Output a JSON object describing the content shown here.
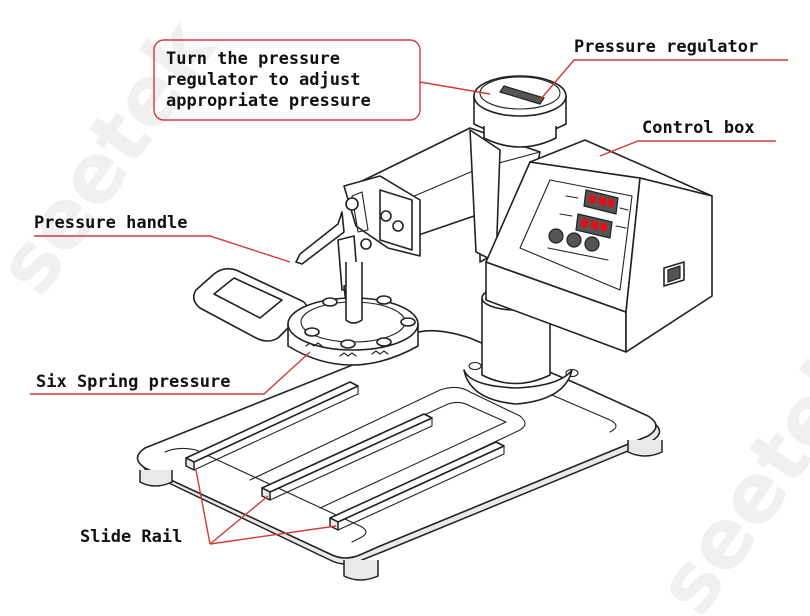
{
  "watermark": "seetek",
  "callouts": {
    "note": {
      "line1": "Turn the pressure",
      "line2": "regulator to adjust",
      "line3": "appropriate pressure"
    },
    "pressure_regulator": "Pressure regulator",
    "control_box": "Control box",
    "pressure_handle": "Pressure handle",
    "six_spring_pressure": "Six Spring pressure",
    "slide_rail": "Slide Rail"
  },
  "colors": {
    "callout_line": "#d23a3a",
    "display_led": "#d8141a",
    "outline": "#222222"
  }
}
